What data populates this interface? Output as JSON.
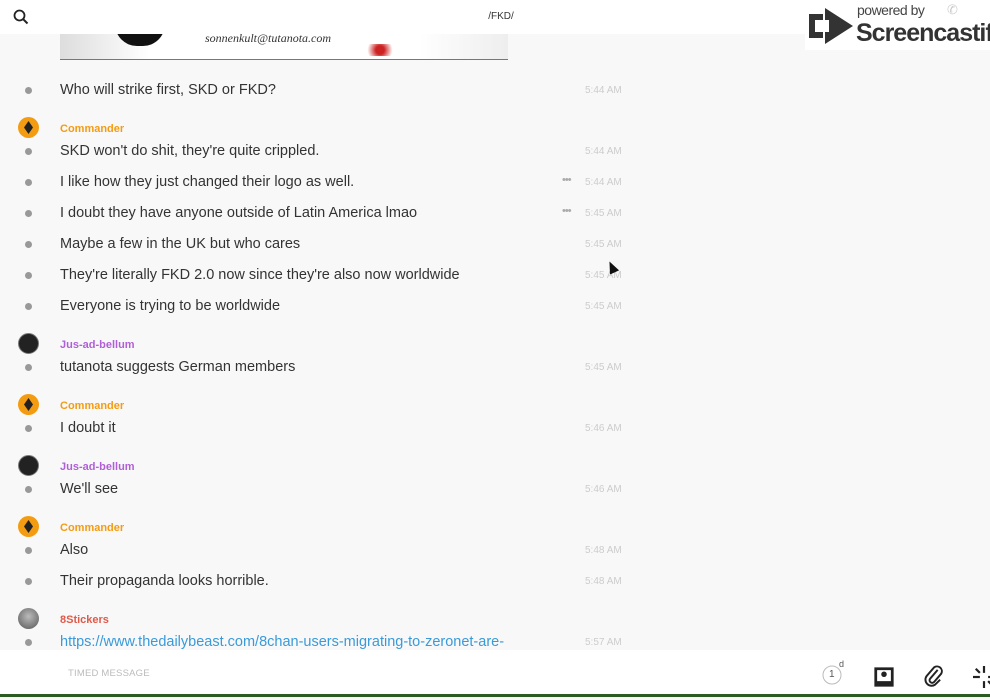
{
  "header": {
    "title": "/FKD/",
    "search_icon": "search-icon"
  },
  "watermark": {
    "powered_by": "powered by",
    "brand": "Screencastify"
  },
  "banner": {
    "email_text": "sonnenkult@tutanota.com"
  },
  "colors": {
    "commander": "#f39c12",
    "jus": "#b05fd6",
    "stickers": "#e05a4a",
    "link": "#3a9ad9"
  },
  "groups": [
    {
      "author": null,
      "messages": [
        {
          "text": "Who will strike first, SKD or FKD?",
          "time": "5:44 AM"
        }
      ]
    },
    {
      "author": "Commander",
      "avatar": "cmd",
      "color": "#f39c12",
      "messages": [
        {
          "text": "SKD won't do shit, they're quite crippled.",
          "time": "5:44 AM"
        },
        {
          "text": "I like how they just changed their logo as well.",
          "time": "5:44 AM",
          "more": "•••"
        },
        {
          "text": "I doubt they have anyone outside of Latin America lmao",
          "time": "5:45 AM",
          "more": "•••"
        },
        {
          "text": "Maybe a few in the UK but who cares",
          "time": "5:45 AM"
        },
        {
          "text": "They're literally FKD 2.0 now since they're also now worldwide",
          "time": "5:45 AM"
        },
        {
          "text": "Everyone is trying to be worldwide",
          "time": "5:45 AM"
        }
      ]
    },
    {
      "author": "Jus-ad-bellum",
      "avatar": "jus",
      "color": "#b05fd6",
      "messages": [
        {
          "text": "tutanota suggests German members",
          "time": "5:45 AM"
        }
      ]
    },
    {
      "author": "Commander",
      "avatar": "cmd",
      "color": "#f39c12",
      "messages": [
        {
          "text": "I doubt it",
          "time": "5:46 AM"
        }
      ]
    },
    {
      "author": "Jus-ad-bellum",
      "avatar": "jus",
      "color": "#b05fd6",
      "messages": [
        {
          "text": "We'll see",
          "time": "5:46 AM"
        }
      ]
    },
    {
      "author": "Commander",
      "avatar": "cmd",
      "color": "#f39c12",
      "messages": [
        {
          "text": "Also",
          "time": "5:48 AM"
        },
        {
          "text": "Their propaganda looks horrible.",
          "time": "5:48 AM"
        }
      ]
    },
    {
      "author": "8Stickers",
      "avatar": "8s",
      "color": "#e05a4a",
      "messages": [
        {
          "text": "https://www.thedailybeast.com/8chan-users-migrating-to-zeronet-are-",
          "time": "5:57 AM",
          "link": true
        }
      ]
    }
  ],
  "composer": {
    "placeholder": "TIMED MESSAGE",
    "timer_value": "1",
    "timer_unit": "d"
  }
}
